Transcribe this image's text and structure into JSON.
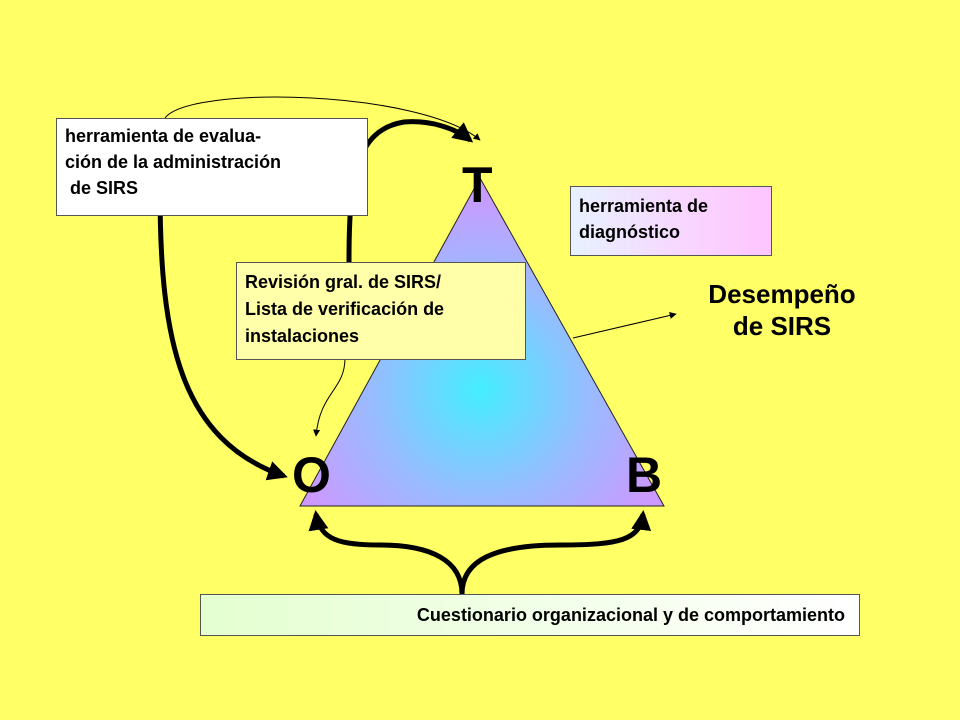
{
  "diagram": {
    "vertices": {
      "top": "T",
      "left": "O",
      "right": "B"
    },
    "boxes": {
      "admin_tool": {
        "lines": [
          "herramienta de evalua-",
          "ción de la administración",
          " de SIRS"
        ]
      },
      "diagnostic_tool": {
        "lines": [
          "herramienta de",
          "diagnóstico"
        ]
      },
      "review": {
        "lines": [
          "Revisión gral. de SIRS/",
          "Lista de verificación de",
          "instalaciones"
        ]
      },
      "questionnaire": {
        "text": "Cuestionario organizacional y de comportamiento"
      }
    },
    "performance": {
      "lines": [
        "Desempeño",
        "de SIRS"
      ]
    },
    "colors": {
      "background": "#ffff66",
      "triangle_center": "#44eeff",
      "triangle_edge": "#cc99ff"
    }
  }
}
